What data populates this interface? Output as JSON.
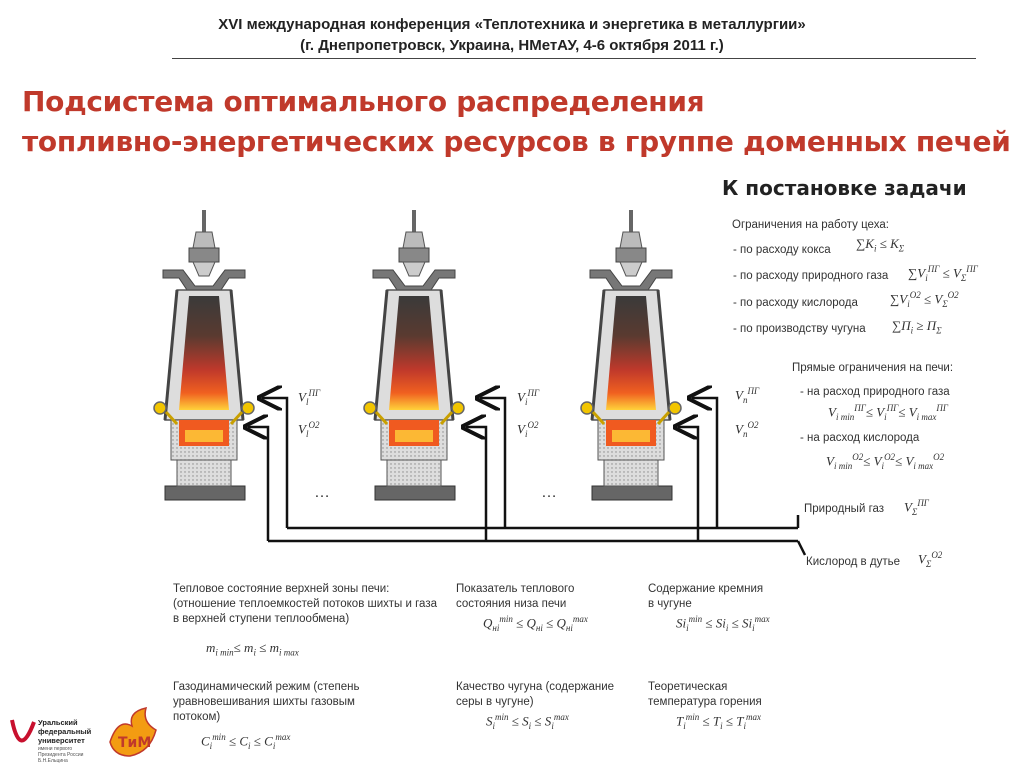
{
  "header": {
    "line1": "XVI международная конференция «Теплотехника и энергетика в металлургии»",
    "line2": "(г. Днепропетровск, Украина, НМетАУ, 4-6 октября 2011 г.)"
  },
  "title": {
    "line1": "Подсистема оптимального распределения",
    "line2": "топливно-энергетических ресурсов в группе доменных печей"
  },
  "subtitle": "К постановке задачи",
  "shop_constraints": {
    "heading": "Ограничения на работу цеха:",
    "items": [
      {
        "label": "- по расходу кокса",
        "formula": "∑K_i ≤ K_Σ"
      },
      {
        "label": "- по расходу природного газа",
        "formula": "∑V_i^ПГ ≤ V_Σ^ПГ"
      },
      {
        "label": "- по расходу кислорода",
        "formula": "∑V_i^O2 ≤ V_Σ^O2"
      },
      {
        "label": "- по производству чугуна",
        "formula": "∑П_i ≥ П_Σ"
      }
    ]
  },
  "furnace_constraints": {
    "heading": "Прямые ограничения на печи:",
    "gas_label": "- на расход природного газа",
    "gas_formula": "V_i min^ПГ ≤ V_i^ПГ ≤ V_i max^ПГ",
    "oxygen_label": "- на расход кислорода",
    "oxygen_formula": "V_i min^O2 ≤ V_i^O2 ≤ V_i max^O2"
  },
  "furnace_inputs": [
    {
      "gas": "V_l^ПГ",
      "oxygen": "V_l^O2"
    },
    {
      "gas": "V_i^ПГ",
      "oxygen": "V_i^O2"
    },
    {
      "gas": "V_n^ПГ",
      "oxygen": "V_n^O2"
    }
  ],
  "ellipsis": "…",
  "supply_lines": {
    "gas_label": "Природный газ",
    "gas_formula": "V_Σ^ПГ",
    "oxygen_label": "Кислород в дутье",
    "oxygen_formula": "V_Σ^O2"
  },
  "indicators": [
    {
      "text": "Тепловое состояние верхней зоны печи: (отношение теплоемкостей потоков шихты и газа в верхней ступени теплообмена)",
      "formula": "m_i min ≤ m_i ≤ m_i max"
    },
    {
      "text": "Показатель теплового состояния низа печи",
      "formula": "Q_нi^min ≤ Q_нi ≤ Q_нi^max"
    },
    {
      "text": "Содержание кремния в чугуне",
      "formula": "Si_i^min ≤ Si_i ≤ Si_i^max"
    },
    {
      "text": "Газодинамический режим (степень уравновешивания шихты газовым потоком)",
      "formula": "C_i^min ≤ C_i ≤ C_i^max"
    },
    {
      "text": "Качество чугуна (содержание серы в чугуне)",
      "formula": "S_i^min ≤ S_i ≤ S_i^max"
    },
    {
      "text": "Теоретическая температура горения",
      "formula": "T_i^min ≤ T_i ≤ T_i^max"
    }
  ],
  "logos": {
    "urfu_text": "Уральский федеральный университет",
    "urfu_small": "имени первого Президента России Б.Н.Ельцина",
    "tim_text": "ТиМ"
  },
  "colors": {
    "title": "#c0392b",
    "furnace_hot": "#e8401c",
    "logo_orange": "#f39c12",
    "urfu_red": "#c8102e"
  }
}
